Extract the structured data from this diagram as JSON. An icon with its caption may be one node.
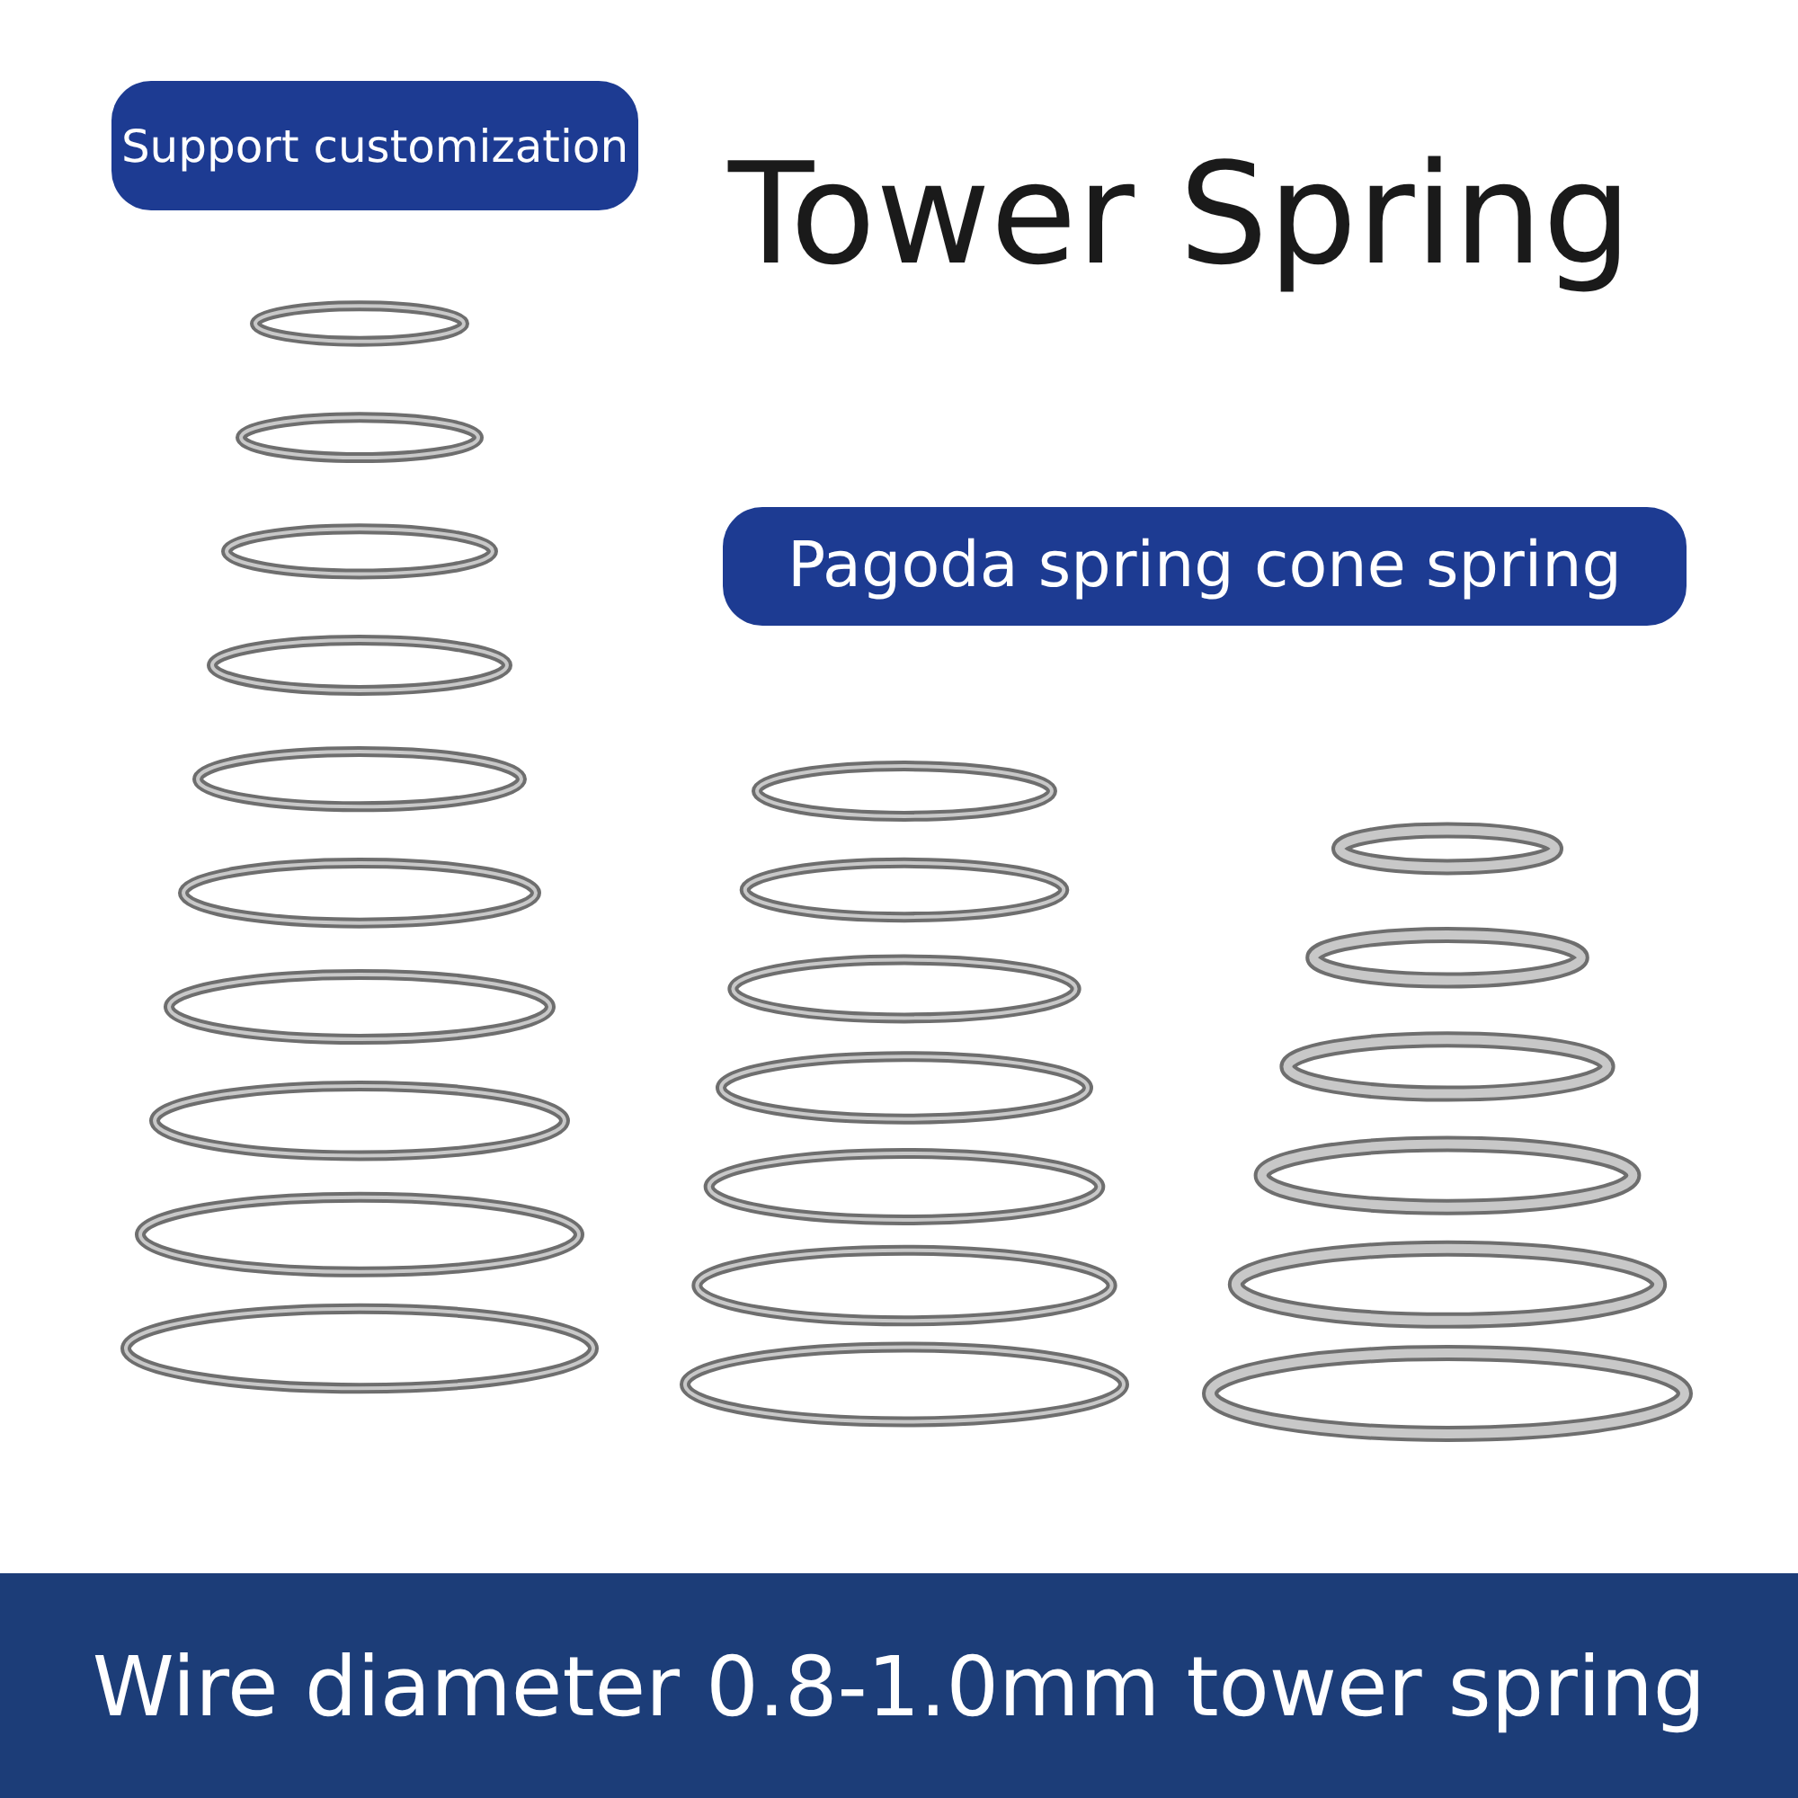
{
  "diagram": {
    "title": "Tower Spring",
    "nodes": [
      {
        "text": [
          "Support customization"
        ]
      },
      {
        "text": [
          "Pagoda spring cone spring"
        ]
      },
      {
        "text": [
          "Wire diameter 0.8-1.0mm tower spring"
        ]
      }
    ]
  }
}
